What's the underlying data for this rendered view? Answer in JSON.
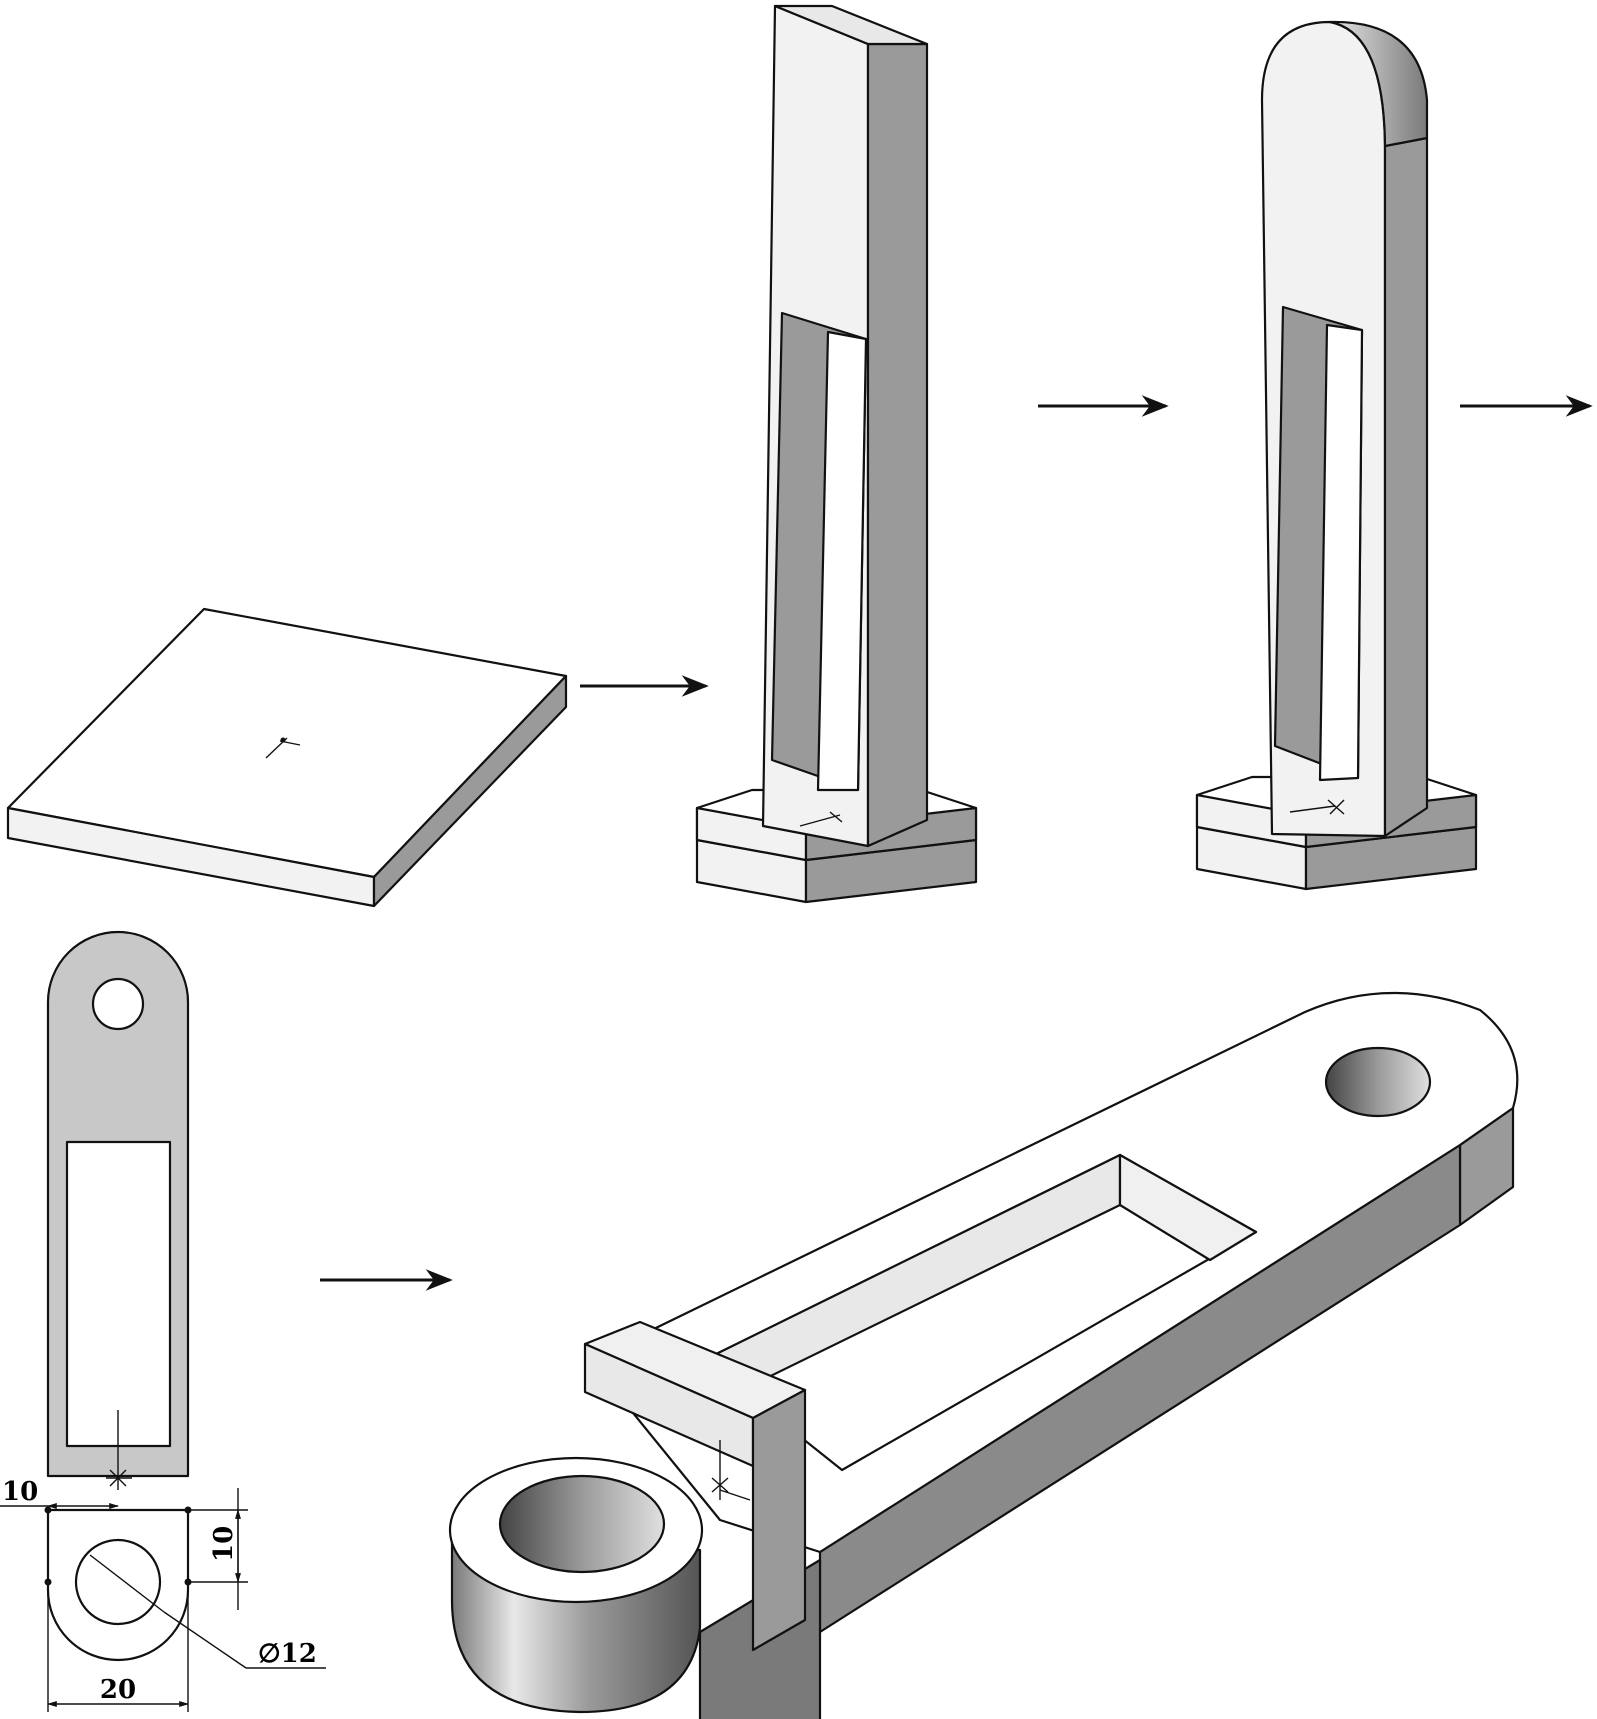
{
  "dimensions": {
    "left_offset": "10",
    "height": "10",
    "diameter": "∅12",
    "width": "20"
  },
  "colors": {
    "face_light": "#f2f2f2",
    "face_mid": "#c4c4c4",
    "face_dark": "#8a8a8a",
    "line": "#111111",
    "sketch_fill": "#c8c8c8"
  }
}
